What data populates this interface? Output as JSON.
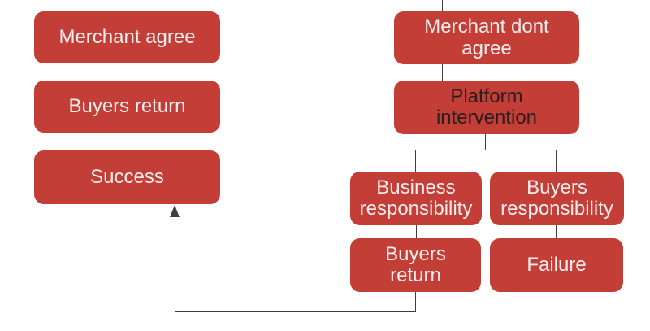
{
  "colors": {
    "node_fill": "#c23e36",
    "node_text_light": "#f2edec",
    "node_text_dark": "#2b1e1c",
    "connector": "#3f3f3f"
  },
  "nodes": {
    "merchant_agree": {
      "label": "Merchant agree"
    },
    "buyers_return_left": {
      "label": "Buyers return"
    },
    "success": {
      "label": "Success"
    },
    "merchant_dont_agree": {
      "label": "Merchant dont agree"
    },
    "platform_intervention": {
      "label": "Platform intervention"
    },
    "business_responsibility": {
      "label": "Business responsibility"
    },
    "buyers_responsibility": {
      "label": "Buyers responsibility"
    },
    "buyers_return_right": {
      "label": "Buyers return"
    },
    "failure": {
      "label": "Failure"
    }
  },
  "edges": [
    {
      "from": "offscreen-top-left",
      "to": "merchant_agree",
      "arrow": false
    },
    {
      "from": "merchant_agree",
      "to": "buyers_return_left",
      "arrow": false
    },
    {
      "from": "buyers_return_left",
      "to": "success",
      "arrow": false
    },
    {
      "from": "offscreen-top-right",
      "to": "merchant_dont_agree",
      "arrow": false
    },
    {
      "from": "merchant_dont_agree",
      "to": "platform_intervention",
      "arrow": false
    },
    {
      "from": "platform_intervention",
      "to": "business_responsibility",
      "arrow": false
    },
    {
      "from": "platform_intervention",
      "to": "buyers_responsibility",
      "arrow": false
    },
    {
      "from": "business_responsibility",
      "to": "buyers_return_right",
      "arrow": false
    },
    {
      "from": "buyers_responsibility",
      "to": "failure",
      "arrow": false
    },
    {
      "from": "buyers_return_right",
      "to": "success",
      "arrow": true
    }
  ]
}
